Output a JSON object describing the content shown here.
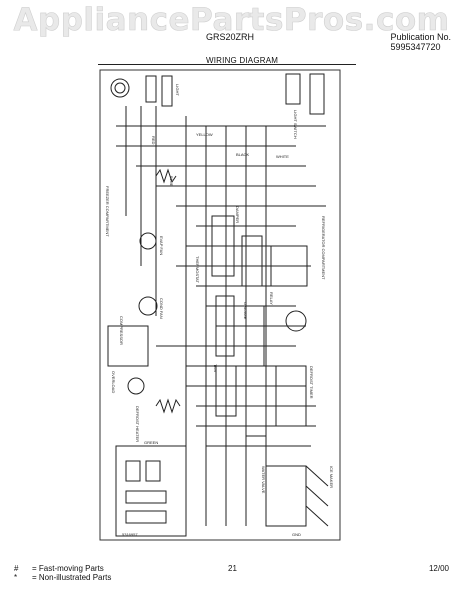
{
  "header": {
    "watermark": "AppliancePartsPros.com",
    "model": "GRS20ZRH",
    "publication_label": "Publication No.",
    "publication_number": "5995347720",
    "title": "WIRING DIAGRAM"
  },
  "diagram": {
    "labels": [
      {
        "text": "LIGHT"
      },
      {
        "text": "LIGHT SWITCH"
      },
      {
        "text": "YELLOW"
      },
      {
        "text": "BLACK"
      },
      {
        "text": "WHITE"
      },
      {
        "text": "RED"
      },
      {
        "text": "BLUE"
      },
      {
        "text": "COMPRESSOR"
      },
      {
        "text": "EVAP FAN"
      },
      {
        "text": "COND FAN"
      },
      {
        "text": "DEFROST HEATER"
      },
      {
        "text": "DEFROST TIMER"
      },
      {
        "text": "ICE MAKER"
      },
      {
        "text": "WATER VALVE"
      },
      {
        "text": "FREEZER COMPARTMENT"
      },
      {
        "text": "REFRIGERATOR COMPARTMENT"
      },
      {
        "text": "DAMPER"
      },
      {
        "text": "THERMOSTAT"
      },
      {
        "text": "OVERLOAD"
      },
      {
        "text": "RELAY"
      },
      {
        "text": "GREEN"
      },
      {
        "text": "TAN"
      },
      {
        "text": "ORANGE"
      },
      {
        "text": "GND"
      }
    ],
    "code": "5316957"
  },
  "footer": {
    "legend": [
      {
        "symbol": "#",
        "text": "= Fast-moving Parts"
      },
      {
        "symbol": "*",
        "text": "= Non-illustrated Parts"
      }
    ],
    "page_number": "21",
    "date": "12/00"
  }
}
